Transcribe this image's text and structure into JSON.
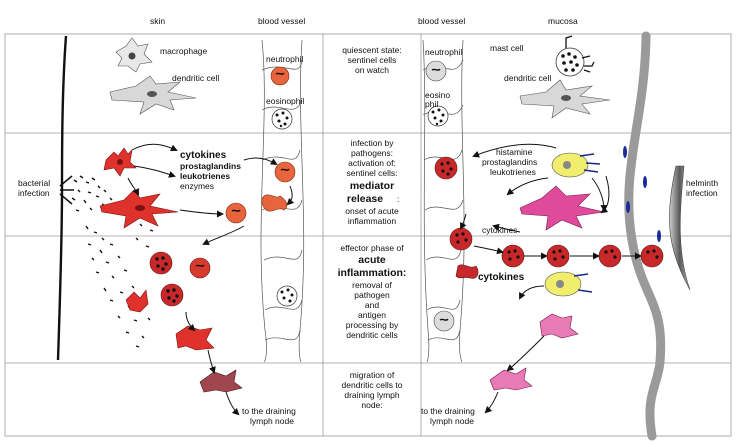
{
  "headers": {
    "skin": "skin",
    "blood_vessel_left": "blood vessel",
    "blood_vessel_right": "blood vessel",
    "mucosa": "mucosa"
  },
  "cells": {
    "macrophage": "macrophage",
    "dendritic_left": "dendritic cell",
    "neutrophil_left": "neutrophil",
    "eosinophil_left": "eosinophil",
    "neutrophil_right": "neutrophil",
    "eosinophil_right_1": "eosino",
    "eosinophil_right_2": "phil",
    "mast_cell": "mast cell",
    "dendritic_right": "dendritic cell"
  },
  "side_labels": {
    "bacterial_1": "bacterial",
    "bacterial_2": "infection",
    "helminth_1": "helminth",
    "helminth_2": "infection"
  },
  "left_mediators": {
    "cytokines": "cytokines",
    "prostaglandins": "prostaglandins",
    "leukotrienes": "leukotrienes",
    "enzymes": "enzymes"
  },
  "right_mediators": {
    "histamine": "histamine",
    "prostaglandins": "prostaglandins",
    "leukotrienes": "leukotrienes",
    "cytokines_small": "cytokines",
    "cytokines_big": "cytokines"
  },
  "stages": {
    "quiescent_1": "quiescent state:",
    "quiescent_2": "sentinel cells",
    "quiescent_3": "on watch",
    "infection_1": "infection by",
    "infection_2": "pathogens:",
    "infection_3": "activation of:",
    "infection_4": "sentinel cells:",
    "mediator_1": "mediator",
    "mediator_2": "release",
    "mediator_3": ":",
    "onset_1": "onset of acute",
    "onset_2": "inflammation",
    "effector_1": "effector phase of",
    "acute_1": "acute",
    "acute_2": "inflammation:",
    "removal_1": "removal of",
    "removal_2": "pathogen",
    "removal_3": "and",
    "removal_4": "antigen",
    "removal_5": "processing by",
    "removal_6": "dendritic cells",
    "migration_1": "migration of",
    "migration_2": "dendritic cells to",
    "migration_3": "draining lymph",
    "migration_4": "node:"
  },
  "destinations": {
    "left_1": "to the draining",
    "left_2": "lymph node",
    "right_1": "to the draining",
    "right_2": "lymph node"
  }
}
